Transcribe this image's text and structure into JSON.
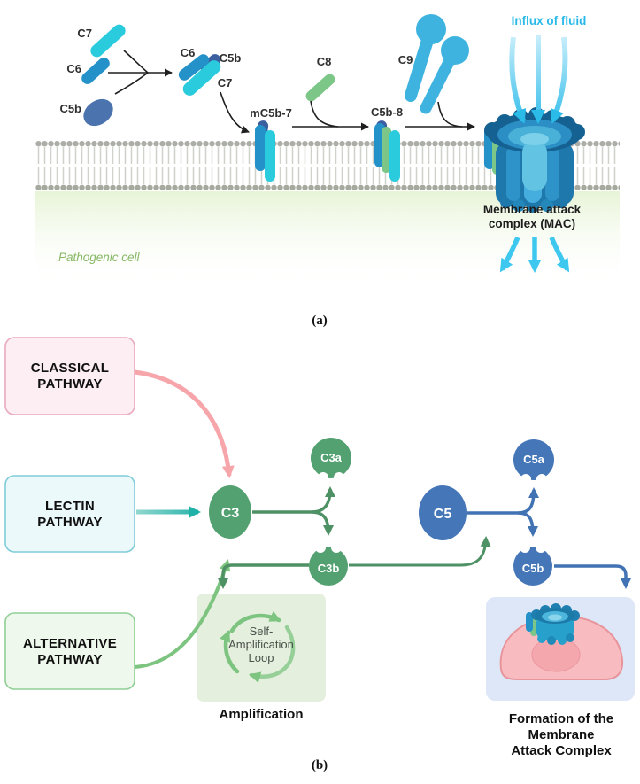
{
  "figure": {
    "panel_a_caption": "(a)",
    "panel_b_caption": "(b)"
  },
  "panel_a": {
    "labels": {
      "c7_free": "C7",
      "c6_free": "C6",
      "c5b_free": "C5b",
      "c6_complex": "C6",
      "c5b_complex": "C5b",
      "c7_complex": "C7",
      "mc5b7": "mC5b-7",
      "c8": "C8",
      "c5b8": "C5b-8",
      "c9": "C9"
    },
    "influx_label": "Influx of fluid",
    "mac_label": {
      "line1": "Membrane attack",
      "line2": "complex (MAC)"
    },
    "cell_label": "Pathogenic cell"
  },
  "panel_b": {
    "pathway_boxes": {
      "classical": {
        "line1": "CLASSICAL",
        "line2": "PATHWAY"
      },
      "lectin": {
        "line1": "LECTIN",
        "line2": "PATHWAY"
      },
      "alternative": {
        "line1": "ALTERNATIVE",
        "line2": "PATHWAY"
      }
    },
    "nodes": {
      "c3": "C3",
      "c3a": "C3a",
      "c3b": "C3b",
      "c5": "C5",
      "c5a": "C5a",
      "c5b": "C5b"
    },
    "loop_label": {
      "line1": "Self-",
      "line2": "Amplification",
      "line3": "Loop"
    },
    "amplification_label": "Amplification",
    "formation_label": {
      "line1": "Formation of the",
      "line2": "Membrane",
      "line3": "Attack Complex"
    }
  },
  "colors": {
    "cyan_rod": "#29cbdc",
    "blue_rod": "#2492c9",
    "navy_cap": "#3b5f9f",
    "c5b_steel_blue": "#4b73ae",
    "green_rod": "#7cc687",
    "c9_blue": "#3eb3e0",
    "influx_cyan": "#2bbbe9",
    "membrane_gray": "#abada7",
    "pathogen_text_green": "#86b865",
    "classical_pink_fill": "#fceef3",
    "classical_pink_border": "#e9aabe",
    "classical_arrow_pink": "#f6a6ab",
    "lectin_fill": "#ecf9fb",
    "lectin_border": "#7fccd9",
    "lectin_arrow_teal": "#1fb0a8",
    "alternative_fill": "#eef8ec",
    "alternative_border": "#8fcf94",
    "c3_green": "#53a071",
    "c5_blue": "#4576b7",
    "arrow_green_dark": "#4e9165",
    "arrow_green_light": "#7cc47f",
    "arrow_blue": "#4173b4",
    "amplification_box": "#e4efdd",
    "formation_box": "#dee7f7",
    "cell_pink": "#f8bcc0"
  }
}
